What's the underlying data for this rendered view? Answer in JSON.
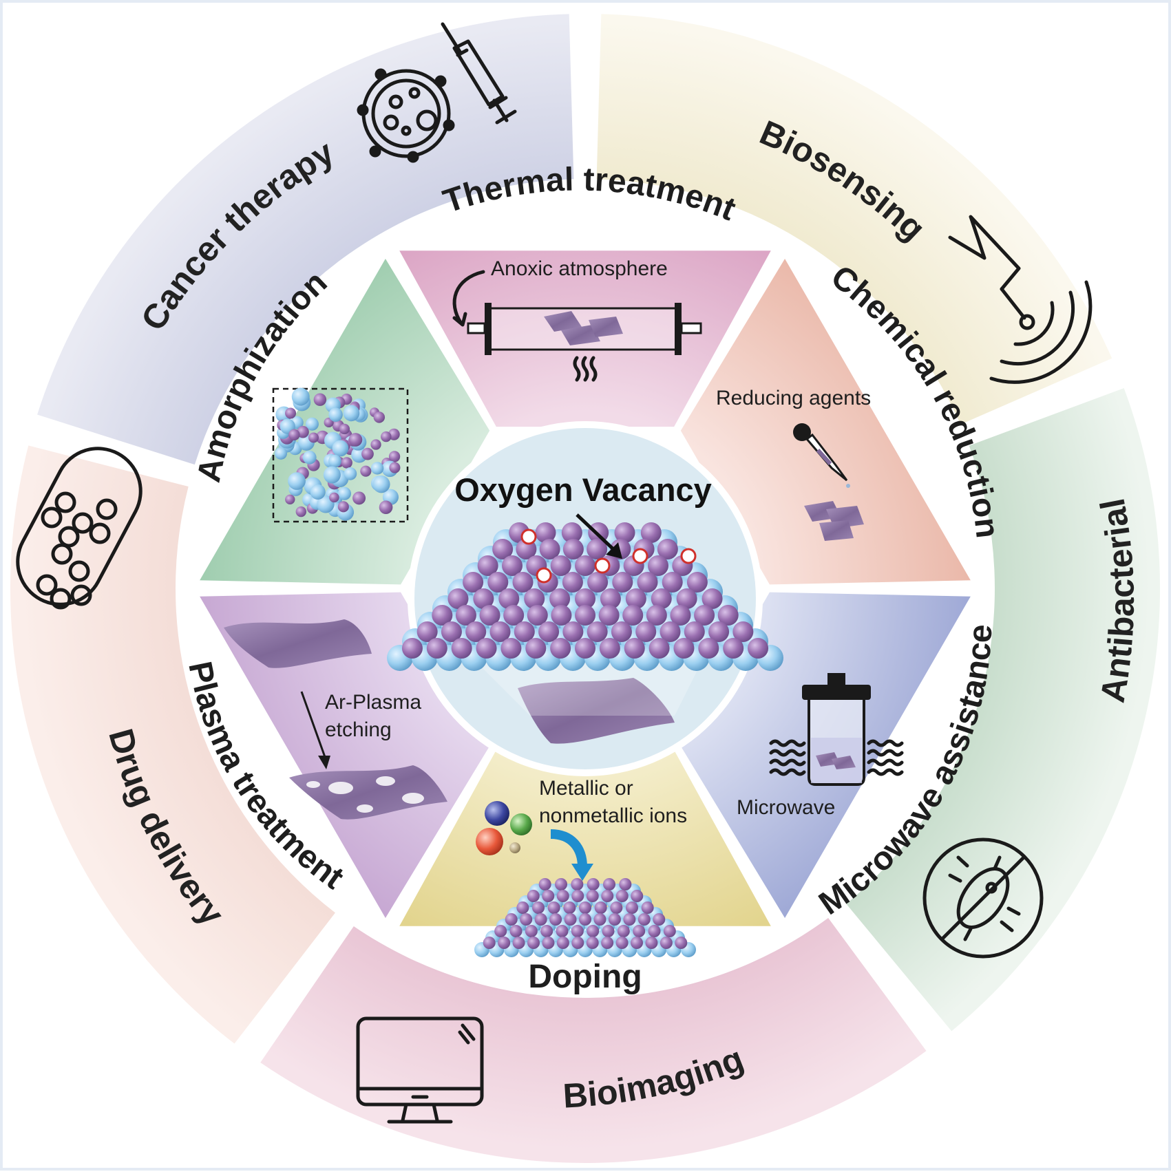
{
  "outer_ring": {
    "biosensing": "Biosensing",
    "antibacterial": "Antibacterial",
    "bioimaging": "Bioimaging",
    "drug_delivery": "Drug delivery",
    "cancer_therapy": "Cancer therapy"
  },
  "inner_ring": {
    "thermal_treatment": {
      "label": "Thermal treatment",
      "note": "Anoxic atmosphere"
    },
    "chemical_reduction": {
      "label": "Chemical reduction",
      "note": "Reducing agents"
    },
    "microwave_assistance": {
      "label": "Microwave assistance",
      "note": "Microwave"
    },
    "doping": {
      "label": "Doping",
      "note_line1": "Metallic or",
      "note_line2": "nonmetallic ions"
    },
    "plasma_treatment": {
      "label": "Plasma treatment",
      "note_line1": "Ar-Plasma",
      "note_line2": "etching"
    },
    "amorphization": {
      "label": "Amorphization"
    }
  },
  "center": {
    "title": "Oxygen Vacancy"
  },
  "colors": {
    "lattice_blue": "#8fc6ea",
    "lattice_purple": "#9a6fb0",
    "sheet_purple": "#8a73a4",
    "center_bg": "#dbeaf2"
  },
  "icons": [
    "cancer-cell-icon",
    "syringe-icon",
    "signal-wave-icon",
    "no-bacteria-icon",
    "monitor-icon",
    "capsule-icon",
    "flask-icon",
    "dropper-icon",
    "furnace-tube-icon"
  ]
}
